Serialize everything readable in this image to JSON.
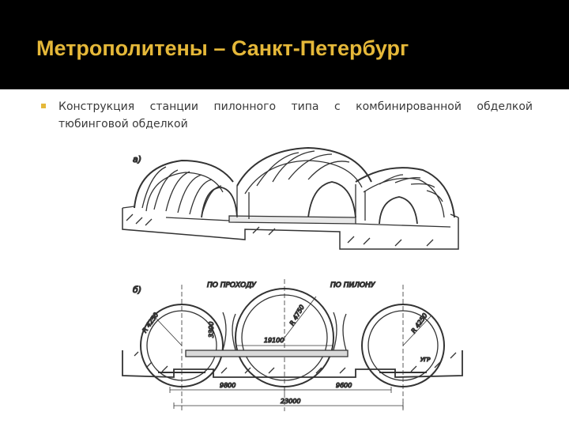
{
  "slide": {
    "title": "Метрополитены – Санкт-Петербург",
    "bullet_text": "Конструкция станции пилонного типа с комбинированной обделкой тюбинговой обделкой",
    "accent_color": "#e5b839",
    "title_bar_color": "#000000"
  },
  "figure": {
    "label_a": "а)",
    "label_b": "б)",
    "label_passage": "ПО ПРОХОДУ",
    "label_pylon": "ПО ПИЛОНУ",
    "dim_r_left": "R 4250",
    "dim_r_center": "R 4750",
    "dim_r_right": "R 4250",
    "dim_height": "3300",
    "dim_center_width": "19100",
    "dim_left_span": "9800",
    "dim_right_span": "9600",
    "dim_total": "23000",
    "label_rail": "УГР"
  }
}
